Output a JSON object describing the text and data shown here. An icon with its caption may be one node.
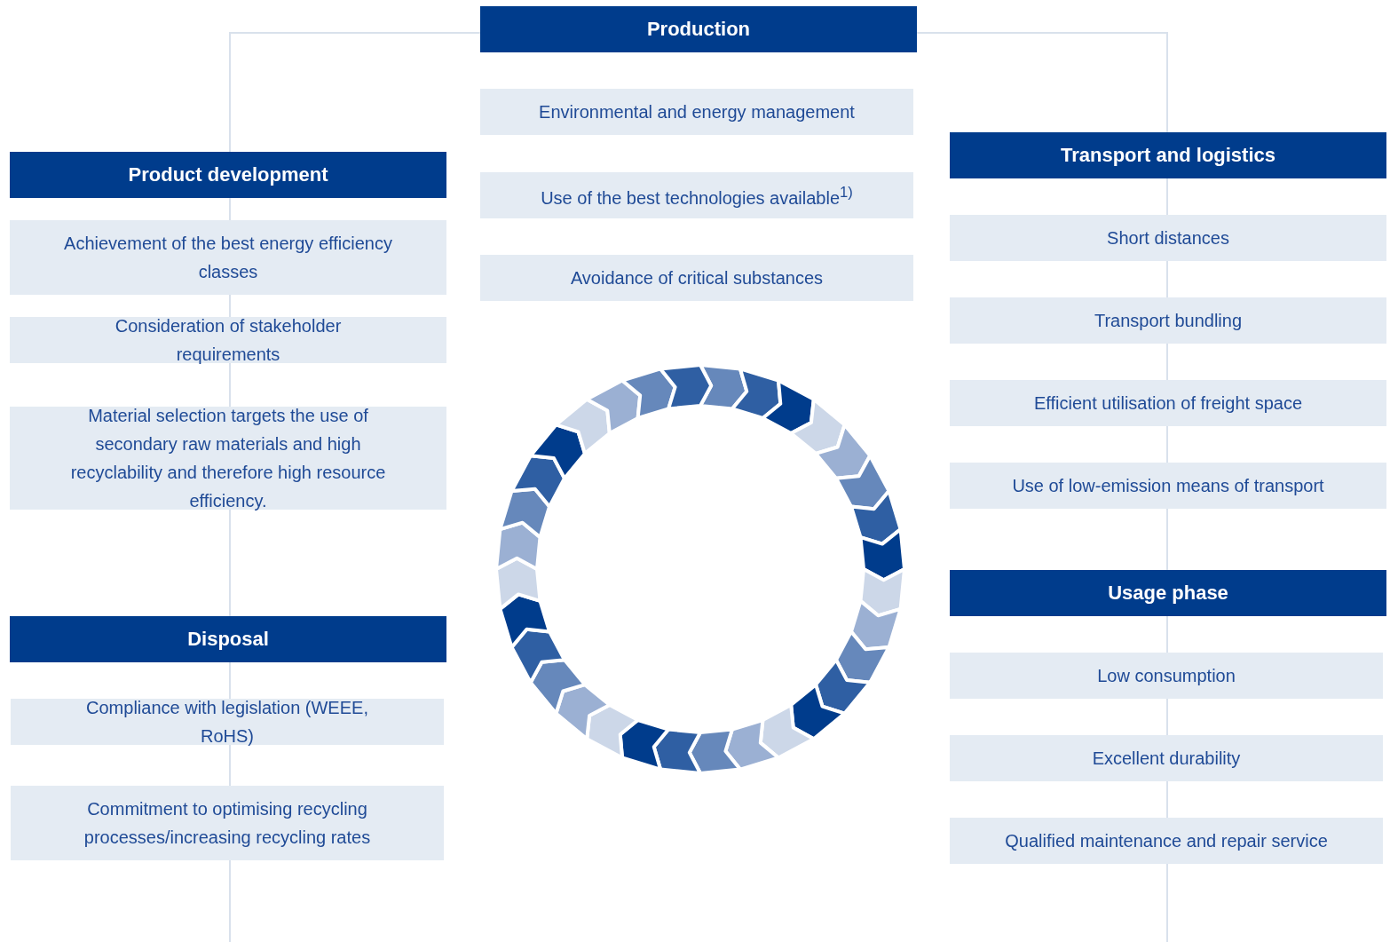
{
  "diagram": {
    "nodes": [
      {
        "text": [
          "Production"
        ]
      },
      {
        "text": [
          "Environmental and energy management"
        ]
      },
      {
        "text": [
          "Use of the best technologies available$^{1)}$"
        ]
      },
      {
        "text": [
          "Avoidance of critical substances"
        ]
      },
      {
        "text": [
          "Product development"
        ]
      },
      {
        "text": [
          "Achievement of the best energy efficiency classes"
        ]
      },
      {
        "text": [
          "Consideration of stakeholder requirements"
        ]
      },
      {
        "text": [
          "Material selection targets the use of secondary raw materials and high recyclability and therefore high resource efficiency."
        ]
      },
      {
        "text": [
          "Disposal"
        ]
      },
      {
        "text": [
          "Compliance with legislation (WEEE, RoHS)"
        ]
      },
      {
        "text": [
          "Commitment to optimising recycling processes/increasing recycling rates"
        ]
      },
      {
        "text": [
          "Transport and logistics"
        ]
      },
      {
        "text": [
          "Short distances"
        ]
      },
      {
        "text": [
          "Transport bundling"
        ]
      },
      {
        "text": [
          "Efficient utilisation of freight space"
        ]
      },
      {
        "text": [
          "Use of low-emission means of transport"
        ]
      },
      {
        "text": [
          "Usage phase"
        ]
      },
      {
        "text": [
          "Low consumption"
        ]
      },
      {
        "text": [
          "Excellent durability"
        ]
      },
      {
        "text": [
          "Qualified maintenance and repair service"
        ]
      }
    ],
    "edges": [
      {
        "from": 0,
        "to": 4,
        "arrow": "none"
      },
      {
        "from": 4,
        "to": 5,
        "arrow": "none"
      },
      {
        "from": 5,
        "to": 6,
        "arrow": "none"
      },
      {
        "from": 6,
        "to": 7,
        "arrow": "none"
      },
      {
        "from": 7,
        "to": 8,
        "arrow": "none"
      },
      {
        "from": 8,
        "to": 9,
        "arrow": "none"
      },
      {
        "from": 9,
        "to": 10,
        "arrow": "none"
      },
      {
        "from": 10,
        "to": null,
        "arrow": "none"
      },
      {
        "from": 0,
        "to": 11,
        "arrow": "none"
      },
      {
        "from": 11,
        "to": 12,
        "arrow": "none"
      },
      {
        "from": 12,
        "to": 13,
        "arrow": "none"
      },
      {
        "from": 13,
        "to": 14,
        "arrow": "none"
      },
      {
        "from": 14,
        "to": 15,
        "arrow": "none"
      },
      {
        "from": 15,
        "to": 16,
        "arrow": "none"
      },
      {
        "from": 16,
        "to": 17,
        "arrow": "none"
      },
      {
        "from": 17,
        "to": 18,
        "arrow": "none"
      },
      {
        "from": 18,
        "to": 19,
        "arrow": "none"
      },
      {
        "from": 19,
        "to": null,
        "arrow": "none"
      }
    ]
  }
}
